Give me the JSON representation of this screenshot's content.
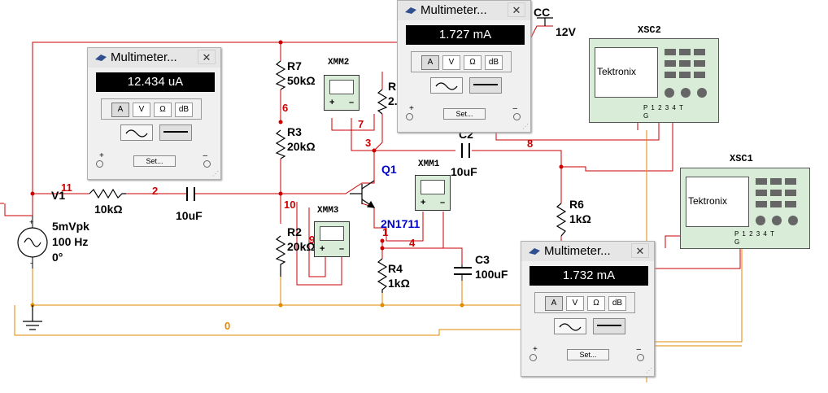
{
  "multimeters": [
    {
      "title": "Multimeter...",
      "reading": "12.434 uA",
      "close": "✕",
      "modes": [
        "A",
        "V",
        "Ω",
        "dB"
      ],
      "active_mode": "A",
      "set_label": "Set...",
      "plus": "+",
      "minus": "–"
    },
    {
      "title": "Multimeter...",
      "reading": "1.727 mA",
      "close": "✕",
      "modes": [
        "A",
        "V",
        "Ω",
        "dB"
      ],
      "active_mode": "A",
      "set_label": "Set...",
      "plus": "+",
      "minus": "–"
    },
    {
      "title": "Multimeter...",
      "reading": "1.732 mA",
      "close": "✕",
      "modes": [
        "A",
        "V",
        "Ω",
        "dB"
      ],
      "active_mode": "A",
      "set_label": "Set...",
      "plus": "+",
      "minus": "–"
    }
  ],
  "components": {
    "r7": {
      "name": "R7",
      "value": "50kΩ"
    },
    "r3": {
      "name": "R3",
      "value": "20kΩ"
    },
    "r2": {
      "name": "R2",
      "value": "20kΩ"
    },
    "r4": {
      "name": "R4",
      "value": "1kΩ"
    },
    "r6": {
      "name": "R6",
      "value": "1kΩ"
    },
    "r1_value": "10kΩ",
    "rc_name": "R",
    "rc_value": "2.",
    "c1": {
      "value": "10uF"
    },
    "c2": {
      "name": "C2",
      "value": "10uF"
    },
    "c3": {
      "name": "C3",
      "value": "100uF"
    },
    "q1": {
      "name": "Q1",
      "model": "2N1711"
    },
    "v1": {
      "name": "V1",
      "amplitude": "5mVpk",
      "frequency": "100 Hz",
      "phase": "0°"
    },
    "vcc": {
      "name": "CC",
      "value": "12V"
    }
  },
  "instruments": {
    "xmm1": "XMM1",
    "xmm2": "XMM2",
    "xmm3": "XMM3",
    "xsc1": "XSC1",
    "xsc2": "XSC2",
    "scope_brand": "Tektronix",
    "scope_pins": "P  1 2 3 4  T",
    "scope_g": "G"
  },
  "nets": [
    "11",
    "2",
    "6",
    "10",
    "9",
    "7",
    "3",
    "8",
    "1",
    "4",
    "0"
  ],
  "colors": {
    "wire": "#cc0000",
    "ground_wire": "#e08a00",
    "net_label": "#cc0000",
    "transistor_label": "#0000cc"
  }
}
